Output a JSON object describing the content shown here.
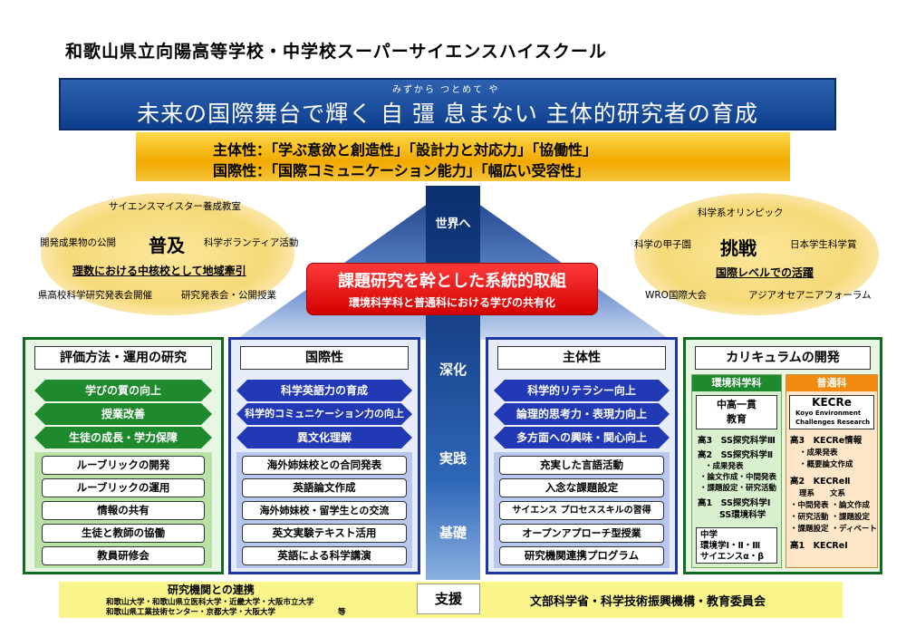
{
  "header": {
    "school": "和歌山県立向陽高等学校・中学校スーパーサイエンスハイスクール",
    "ruby": "みずから つとめて や",
    "mission": "未来の国際舞台で輝く 自 彊 息まない 主体的研究者の育成",
    "trait1": "主体性：「学ぶ意欲と創造性」「設計力と対応力」「協働性」",
    "trait2": "国際性：「国際コミュニケーション能力」「幅広い受容性」"
  },
  "left_blob": {
    "title": "普及",
    "item_top": "サイエンスマイスター養成教室",
    "item_left": "開発成果物の公開",
    "item_right": "科学ボランティア活動",
    "underline": "理数における中核校として地域牽引",
    "item_bottom_left": "県高校科学研究発表会開催",
    "item_bottom_right": "研究発表会・公開授業"
  },
  "right_blob": {
    "title": "挑戦",
    "item_top": "科学系オリンピック",
    "item_left": "科学の甲子園",
    "item_right": "日本学生科学賞",
    "underline": "国際レベルでの活躍",
    "item_bottom_left": "WRO国際大会",
    "item_bottom_right": "アジアオセアニアフォーラム"
  },
  "core": {
    "title": "課題研究を幹とした系統的取組",
    "subtitle": "環境科学科と普通科における学びの共有化"
  },
  "pillar": {
    "top": "世界へ",
    "deepen": "深化",
    "practice": "実践",
    "base": "基礎"
  },
  "columns": {
    "eval": {
      "head": "評価方法・運用の研究",
      "hex": [
        "学びの質の向上",
        "授業改善",
        "生徒の成長・学力保障"
      ],
      "boxes": [
        "ルーブリックの開発",
        "ルーブリックの運用",
        "情報の共有",
        "生徒と教師の協働",
        "教員研修会"
      ]
    },
    "intl": {
      "head": "国際性",
      "hex": [
        "科学英語力の育成",
        "科学的コミュニケーション力の向上",
        "異文化理解"
      ],
      "boxes": [
        "海外姉妹校との合同発表",
        "英語論文作成",
        "海外姉妹校・留学生との交流",
        "英文実験テキスト活用",
        "英語による科学講演"
      ]
    },
    "auto": {
      "head": "主体性",
      "hex": [
        "科学的リテラシー向上",
        "論理的思考力・表現力向上",
        "多方面への興味・関心向上"
      ],
      "boxes": [
        "充実した言語活動",
        "入念な課題設定",
        "サイエンス プロセススキルの習得",
        "オープンアプローチ型授業",
        "研究機関連携プログラム"
      ]
    },
    "curr": {
      "head": "カリキュラムの開発",
      "env_head": "環境科学科",
      "gen_head": "普通科",
      "env_sub": "中高一貫",
      "env_sub2": "教育",
      "env_lines": [
        "高3　SS探究科学Ⅲ",
        "高2　SS探究科学Ⅱ",
        "・成果発表",
        "・論文作成・中間発表",
        "・課題設定・研究活動",
        "高1　SS探究科学Ⅰ",
        "SS環境科学"
      ],
      "env_jh": [
        "中学",
        "環境学Ⅰ・Ⅱ・Ⅲ",
        "サイエンスα・β"
      ],
      "gen_kecre": "KECRe",
      "gen_kecre_sub": [
        "Koyo  Environment",
        "Challenges  Research"
      ],
      "gen_lines": [
        "高3　KECRe情報",
        "・成果発表",
        "・概要論文作成",
        "高2　KECReⅡ",
        "理系　　文系",
        "・中間発表 ・論文作成",
        "・研究活動 ・課題設定",
        "・課題設定 ・ディベート",
        "高1　KECReⅠ"
      ]
    }
  },
  "footer": {
    "left_title": "研究機関との連携",
    "left_line1": "和歌山大学・和歌山県立医科大学・近畿大学・大阪市立大学",
    "left_line2": "和歌山県工業技術センター・京都大学・大阪大学",
    "left_etc": "等",
    "center": "支援",
    "right": "文部科学省・科学技術振興機構・教育委員会"
  }
}
